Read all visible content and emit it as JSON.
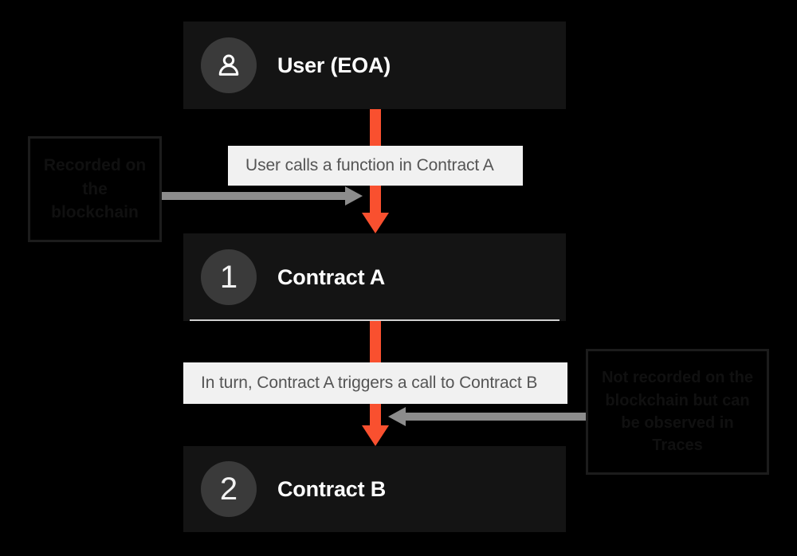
{
  "diagram": {
    "title": "Contract call flow",
    "background_color": "#000000",
    "accent_color": "#f9502f",
    "node_color": "#141414",
    "chip_color": "#f1f1f1",
    "arrow_gray": "#8c8c8c"
  },
  "nodes": [
    {
      "id": "user",
      "badge_kind": "person-icon",
      "badge_text": "",
      "label": "User (EOA)",
      "has_underline": false
    },
    {
      "id": "contract-a",
      "badge_kind": "number",
      "badge_text": "1",
      "label": "Contract A",
      "has_underline": true
    },
    {
      "id": "contract-b",
      "badge_kind": "number",
      "badge_text": "2",
      "label": "Contract B",
      "has_underline": false
    }
  ],
  "step_labels": [
    {
      "id": "step-1",
      "text": "User calls a function in Contract A"
    },
    {
      "id": "step-2",
      "text": "In turn, Contract A triggers a call to Contract B"
    }
  ],
  "callouts": [
    {
      "id": "callout-left",
      "text": "Recorded on the blockchain",
      "points_to": "step-1",
      "direction": "right"
    },
    {
      "id": "callout-right",
      "text": "Not recorded on the blockchain but can be observed in Traces",
      "points_to": "step-2",
      "direction": "left"
    }
  ]
}
